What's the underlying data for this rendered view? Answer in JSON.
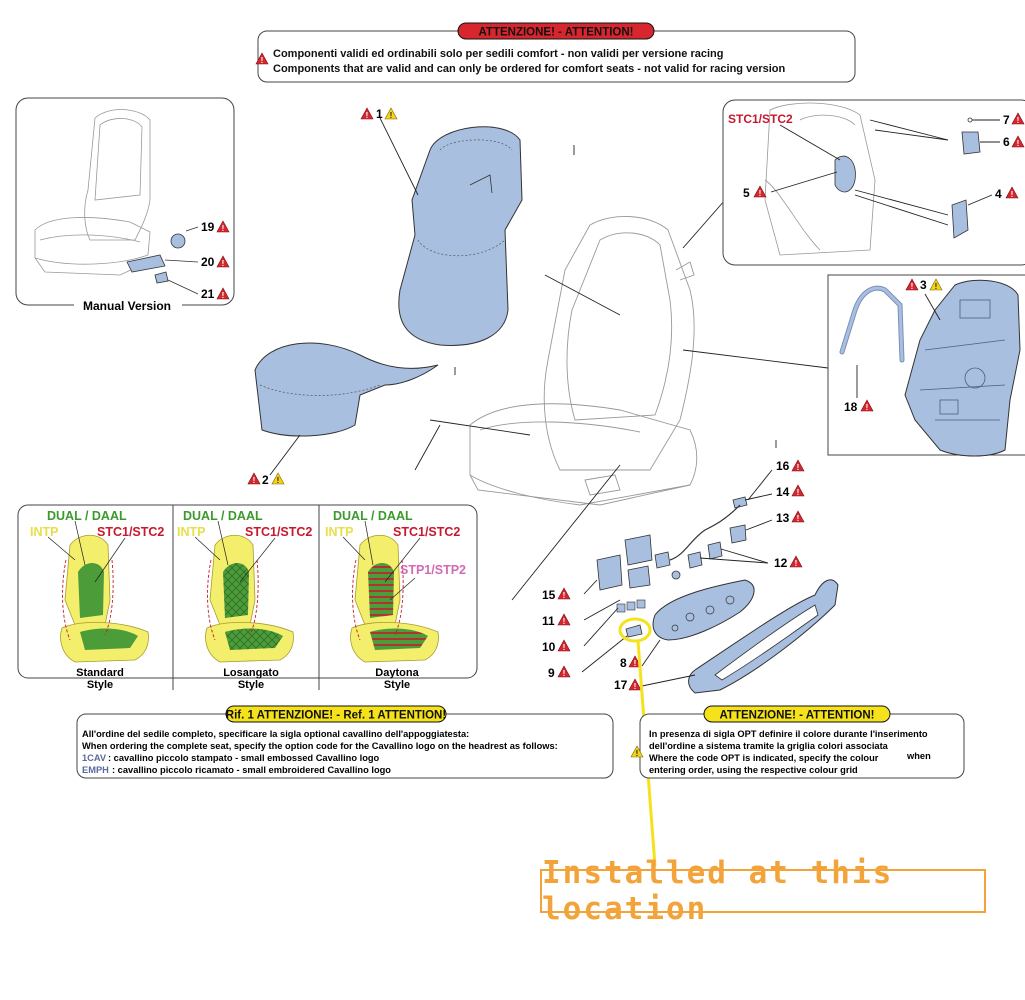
{
  "top_notice": {
    "title": "ATTENZIONE! - ATTENTION!",
    "line_it": "Componenti validi ed ordinabili solo per sedili comfort - non validi per versione racing",
    "line_en": "Components that are valid and can only be ordered for comfort seats - not valid for racing version"
  },
  "manual_version": {
    "label": "Manual Version",
    "parts": [
      "19",
      "20",
      "21"
    ]
  },
  "detail_inset": {
    "code_label": "STC1/STC2",
    "parts": [
      "7",
      "6",
      "5",
      "4"
    ]
  },
  "main_parts": {
    "p1": "1",
    "p2": "2",
    "p3": "3",
    "p18": "18",
    "p16": "16",
    "p14": "14",
    "p13": "13",
    "p12": "12",
    "p15": "15",
    "p11": "11",
    "p10": "10",
    "p9": "9",
    "p8": "8",
    "p17": "17"
  },
  "styles": {
    "items": [
      {
        "dual": "DUAL / DAAL",
        "intp": "INTP",
        "stc": "STC1/STC2",
        "stp": "",
        "name_1": "Standard",
        "name_2": "Style"
      },
      {
        "dual": "DUAL / DAAL",
        "intp": "INTP",
        "stc": "STC1/STC2",
        "stp": "",
        "name_1": "Losangato",
        "name_2": "Style"
      },
      {
        "dual": "DUAL / DAAL",
        "intp": "INTP",
        "stc": "STC1/STC2",
        "stp": "STP1/STP2",
        "name_1": "Daytona",
        "name_2": "Style"
      }
    ]
  },
  "ref_notice": {
    "title": "Rif. 1 ATTENZIONE! - Ref. 1 ATTENTION!",
    "line1": "All'ordine del sedile completo, specificare la sigla optional cavallino dell'appoggiatesta:",
    "line2": "When ordering the complete seat, specify the option code for the Cavallino logo on the headrest as follows:",
    "code1": "1CAV",
    "line3": ": cavallino piccolo stampato - small embossed Cavallino logo",
    "code2": "EMPH",
    "line4": ": cavallino piccolo ricamato - small embroidered Cavallino logo"
  },
  "opt_notice": {
    "title": "ATTENZIONE! - ATTENTION!",
    "line1": "In presenza di sigla OPT definire il colore durante l'inserimento",
    "line2": "dell'ordine a sistema tramite la griglia colori associata",
    "line3a": "Where the code OPT is indicated, specify the colour",
    "line3b": "when",
    "line4": "entering order, using the respective colour grid"
  },
  "annotation": {
    "label": "Installed at this location",
    "color": "#f2a33a",
    "pointer_color": "#f5e21a"
  },
  "colors": {
    "part_blue": "#a9bfe0",
    "warn_red": "#d8262e",
    "warn_yellow": "#f5d31a",
    "green": "#3a9a2c",
    "yellow_label": "#e5e04a",
    "red_label": "#c8182e",
    "pink_label": "#d36ab6",
    "seat_yellow": "#f3ef6c",
    "seat_green": "#4c9c3a"
  }
}
